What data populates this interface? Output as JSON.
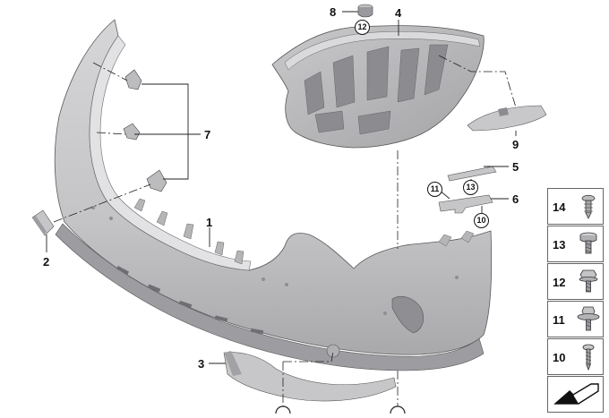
{
  "callouts": {
    "c1": "1",
    "c2": "2",
    "c3": "3",
    "c4": "4",
    "c5": "5",
    "c6": "6",
    "c7": "7",
    "c8": "8",
    "c9": "9"
  },
  "circled": {
    "r10": "10",
    "r11": "11",
    "r12": "12",
    "r13": "13"
  },
  "legend": {
    "items": [
      {
        "number": "14",
        "icon": "push-rivet-icon"
      },
      {
        "number": "13",
        "icon": "hex-screw-icon"
      },
      {
        "number": "12",
        "icon": "flange-screw-icon"
      },
      {
        "number": "11",
        "icon": "washer-screw-icon"
      },
      {
        "number": "10",
        "icon": "tapping-screw-icon"
      }
    ],
    "footer_icon": "arrow-direction-icon"
  },
  "colors": {
    "part_fill": "#c9c9cb",
    "part_shade": "#a7a7aa",
    "part_dark": "#8d8d91",
    "line": "#222222"
  }
}
